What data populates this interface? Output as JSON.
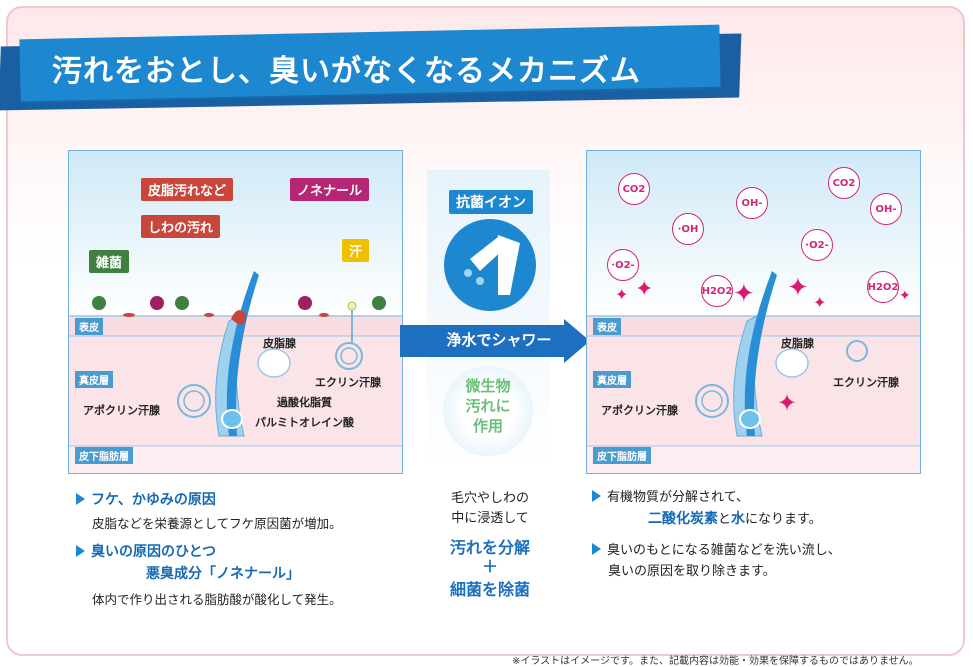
{
  "title": "汚れをおとし、臭いがなくなるメカニズム",
  "left_panel": {
    "layers": {
      "epidermis": "表皮",
      "dermis": "真皮層",
      "subcutaneous": "皮下脂肪層"
    },
    "tags": {
      "sebum": "皮脂汚れなど",
      "wrinkle": "しわの汚れ",
      "bacteria": "雑菌",
      "nonenal": "ノネナール",
      "sweat": "汗"
    },
    "labels": {
      "sebaceous": "皮脂腺",
      "eccrine": "エクリン汗腺",
      "apocrine": "アポクリン汗腺",
      "peroxide": "過酸化脂質",
      "palmitoleic": "パルミトオレイン酸"
    }
  },
  "center": {
    "ion_label": "抗菌イオン",
    "arrow_label": "浄水でシャワー",
    "micro_label": "微生物\n汚れに\n作用",
    "desc": "毛穴やしわの\n中に浸透して",
    "effect1": "汚れを分解",
    "plus": "＋",
    "effect2": "細菌を除菌"
  },
  "right_panel": {
    "layers": {
      "epidermis": "表皮",
      "dermis": "真皮層",
      "subcutaneous": "皮下脂肪層"
    },
    "labels": {
      "sebaceous": "皮脂腺",
      "eccrine": "エクリン汗腺",
      "apocrine": "アポクリン汗腺"
    },
    "molecules": [
      "CO2",
      "OH-",
      "CO2",
      "OH-",
      "·OH",
      "·O2-",
      "·O2-",
      "H2O2",
      "H2O2"
    ]
  },
  "left_bullets": [
    {
      "title": "フケ、かゆみの原因",
      "body": "皮脂などを栄養源としてフケ原因菌が増加。"
    },
    {
      "title": "臭いの原因のひとつ",
      "title2": "悪臭成分「ノネナール」",
      "body": "体内で作り出される脂肪酸が酸化して発生。"
    }
  ],
  "right_bullets": [
    {
      "line1": "有機物質が分解されて、",
      "hl1": "二酸化炭素",
      "mid": "と",
      "hl2": "水",
      "end": "になります。"
    },
    {
      "line1": "臭いのもとになる雑菌などを洗い流し、",
      "line2": "臭いの原因を取り除きます。"
    }
  ],
  "footnote": "※イラストはイメージです。また、記載内容は効能・効果を保障するものではありません。",
  "colors": {
    "blue": "#1d87d0",
    "dark_blue": "#1569b4",
    "magenta": "#d0267a",
    "green": "#3f7f3f",
    "red": "#c9463a",
    "yellow": "#f0c000"
  }
}
